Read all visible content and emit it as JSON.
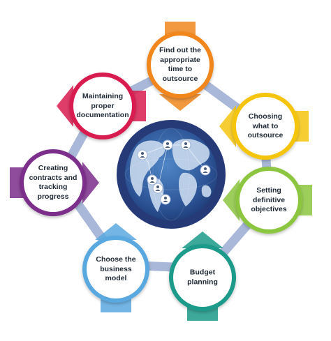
{
  "colors": {
    "connector": "#a9b8d8",
    "globe_ring": "#263a78",
    "globe_ocean": "#2f5c9e",
    "globe_land": "#c9d9ee"
  },
  "nodes": [
    {
      "key": "find-time",
      "label": "Find out the appropriate time to outsource",
      "lines": [
        "Find out the",
        "appropriate",
        "time to",
        "outsource"
      ],
      "color": "#f0861c",
      "arrow": "down"
    },
    {
      "key": "choosing-what",
      "label": "Choosing what to outsource",
      "lines": [
        "Choosing",
        "what to",
        "outsource"
      ],
      "color": "#f5c511",
      "arrow": "left"
    },
    {
      "key": "setting-objectives",
      "label": "Setting definitive objectives",
      "lines": [
        "Setting",
        "definitive",
        "objectives"
      ],
      "color": "#8cc63f",
      "arrow": "left"
    },
    {
      "key": "budget-planning",
      "label": "Budget planning",
      "lines": [
        "Budget",
        "planning"
      ],
      "color": "#1a9a8a",
      "arrow": "up"
    },
    {
      "key": "business-model",
      "label": "Choose the business model",
      "lines": [
        "Choose the",
        "business",
        "model"
      ],
      "color": "#5aa8e0",
      "arrow": "up"
    },
    {
      "key": "contracts",
      "label": "Creating contracts and tracking progress",
      "lines": [
        "Creating",
        "contracts and",
        "tracking",
        "progress"
      ],
      "color": "#7b2d8b",
      "arrow": "right"
    },
    {
      "key": "documentation",
      "label": "Maintaining proper documentation",
      "lines": [
        "Maintaining",
        "proper",
        "documentation"
      ],
      "color": "#d81b4f",
      "arrow": "left"
    }
  ]
}
